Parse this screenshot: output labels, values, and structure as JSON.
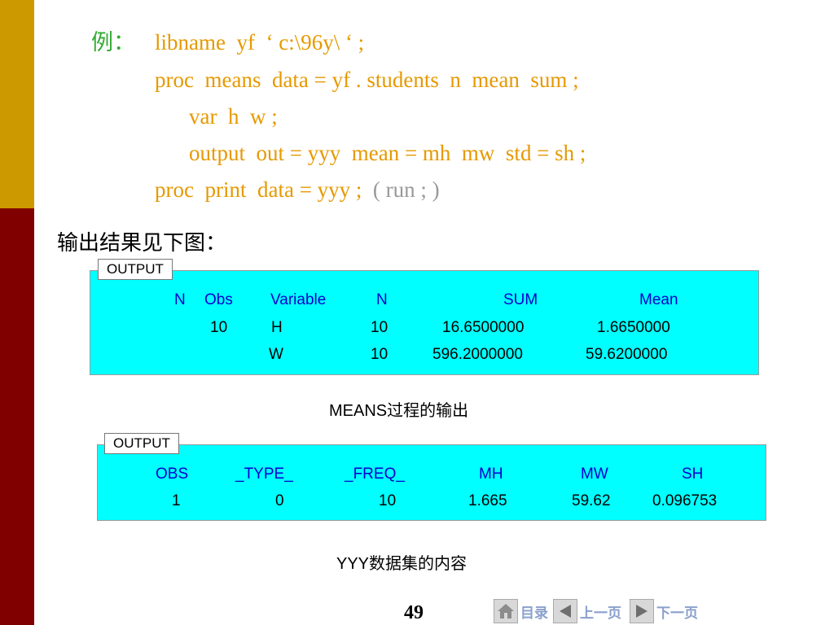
{
  "code": {
    "label": "例：",
    "line1": "libname  yf  ‘ c:\\96y\\ ‘ ;",
    "line2": "proc  means  data = yf . students  n  mean  sum ;",
    "line3": "var  h  w ;",
    "line4": "output  out = yyy  mean = mh  mw  std = sh ;",
    "line5": "proc  print  data = yyy ;  ",
    "line5_run": "( run ; )"
  },
  "intro": "输出结果见下图：",
  "means_output": {
    "tab": "OUTPUT",
    "headers": [
      "N",
      "Obs",
      "Variable",
      "N",
      "SUM",
      "Mean"
    ],
    "rows": [
      {
        "obs": "10",
        "variable": "H",
        "n": "10",
        "sum": "16.6500000",
        "mean": "1.6650000"
      },
      {
        "obs": "",
        "variable": "W",
        "n": "10",
        "sum": "596.2000000",
        "mean": "59.6200000"
      }
    ],
    "caption": "MEANS过程的输出"
  },
  "yyy_output": {
    "tab": "OUTPUT",
    "headers": [
      "OBS",
      "_TYPE_",
      "_FREQ_",
      "MH",
      "MW",
      "SH"
    ],
    "row": {
      "obs": "1",
      "type": "0",
      "freq": "10",
      "mh": "1.665",
      "mw": "59.62",
      "sh": "0.096753"
    },
    "caption": "YYY数据集的内容"
  },
  "page_number": "49",
  "nav": {
    "home": "目录",
    "prev": "上一页",
    "next": "下一页"
  },
  "colors": {
    "code": "#e69900",
    "label": "#33aa33",
    "panel": "#00ffff",
    "header_text": "#0000cc",
    "bar_top": "#cc9900",
    "bar_bottom": "#800000"
  }
}
